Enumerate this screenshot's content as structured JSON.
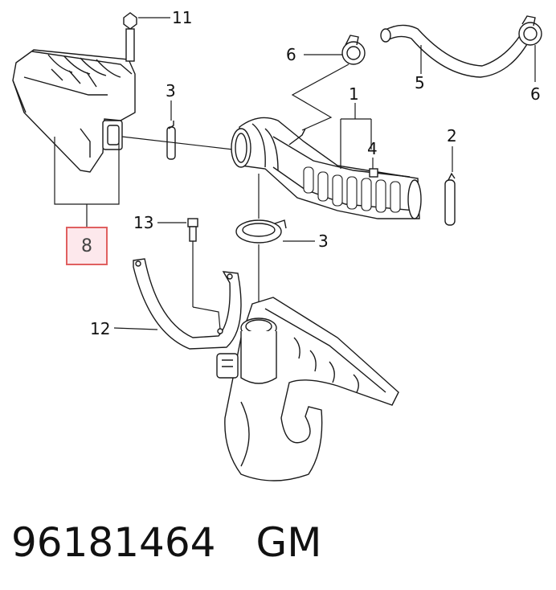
{
  "callouts": {
    "c1": "1",
    "c2": "2",
    "c3a": "3",
    "c3b": "3",
    "c4": "4",
    "c5": "5",
    "c6a": "6",
    "c6b": "6",
    "c8": "8",
    "c11": "11",
    "c12": "12",
    "c13": "13"
  },
  "footer": {
    "part_number": "96181464",
    "brand": "GM"
  },
  "colors": {
    "highlight_border": "#e06060",
    "highlight_fill": "#fde8ec",
    "line": "#1a1a1a"
  }
}
